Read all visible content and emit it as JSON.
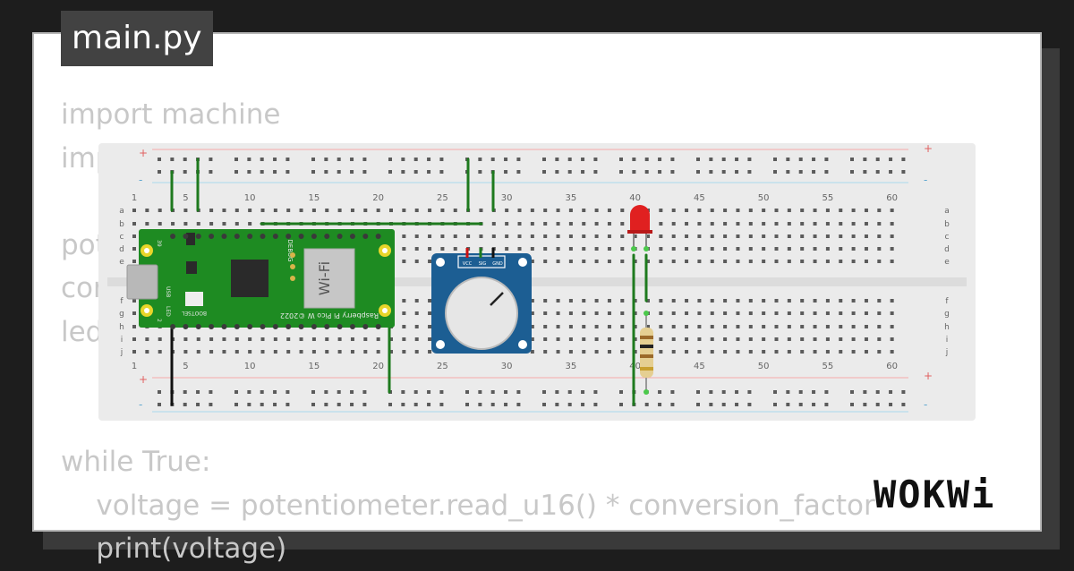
{
  "file_tab": "main.py",
  "code_lines": [
    "import machine",
    "imp",
    "",
    "pot",
    "cor",
    "led",
    "",
    "",
    "while True:",
    "    voltage = potentiometer.read_u16() * conversion_factor",
    "    print(voltage)"
  ],
  "breadboard": {
    "column_labels": [
      "1",
      "5",
      "10",
      "15",
      "20",
      "25",
      "30",
      "35",
      "40",
      "45",
      "50",
      "55",
      "60"
    ],
    "row_labels_top": [
      "a",
      "b",
      "c",
      "d",
      "e"
    ],
    "row_labels_bottom": [
      "f",
      "g",
      "h",
      "i",
      "j"
    ],
    "rail_plus": "+",
    "rail_minus": "-"
  },
  "pico": {
    "name": "Raspberry Pi Pico W ©2022",
    "wifi": "Wi-Fi",
    "debug": "DEBUG",
    "bootsel": "BOOTSEL",
    "usb": "USB",
    "led": "LED",
    "pin_top": "39",
    "pin_bottom": "2"
  },
  "potentiometer": {
    "pins": [
      "VCC",
      "SIG",
      "GND"
    ]
  },
  "colors": {
    "background": "#1d1d1d",
    "card": "#ffffff",
    "tab": "#424242",
    "code": "#c8c8c8",
    "breadboard": "#ebebeb",
    "pico_pcb": "#1e8b22",
    "pot_pcb": "#1c5e93",
    "wire_green": "#1e7a1e",
    "wire_black": "#111111",
    "wire_red": "#cc1010",
    "led": "#e02020"
  },
  "brand": "WOKWi"
}
